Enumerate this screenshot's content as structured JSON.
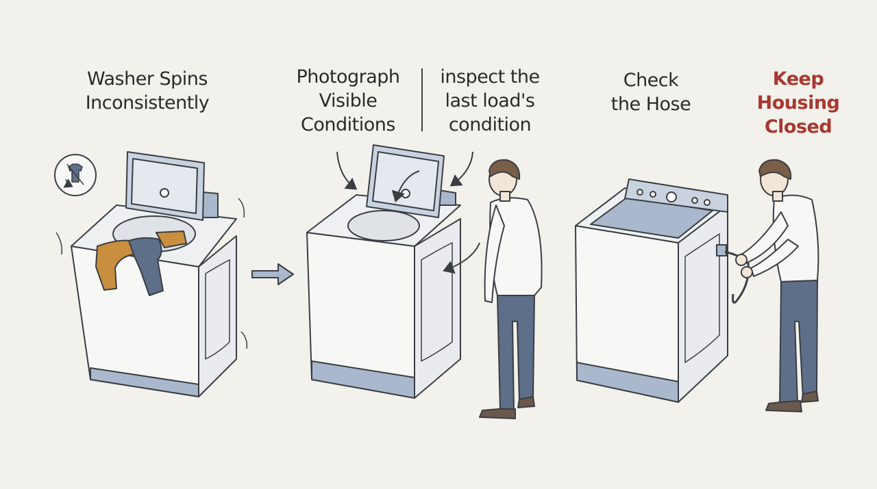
{
  "colors": {
    "background": "#f3f1ec",
    "line": "#3a3d42",
    "washer_body": "#f7f7f5",
    "washer_blue": "#a9b8cc",
    "warning_text": "#a8382f",
    "shirt_orange": "#c98f3e",
    "jeans_blue": "#5d6f89"
  },
  "steps": [
    {
      "caption": "Washer Spins\nInconsistently",
      "icon": "tshirt-rotate-icon"
    },
    {
      "caption": "Photograph\nVisible\nConditions"
    },
    {
      "caption": "inspect the\nlast load's\ncondition"
    },
    {
      "caption": "Check\nthe Hose"
    },
    {
      "caption": "Keep\nHousing\nClosed",
      "emphasis": "warning"
    }
  ],
  "icons": {
    "flow_arrow": "right-arrow-icon",
    "pointer_arrows": "curved-arrow-icon",
    "person": "person-figure",
    "washer": "top-load-washer"
  }
}
